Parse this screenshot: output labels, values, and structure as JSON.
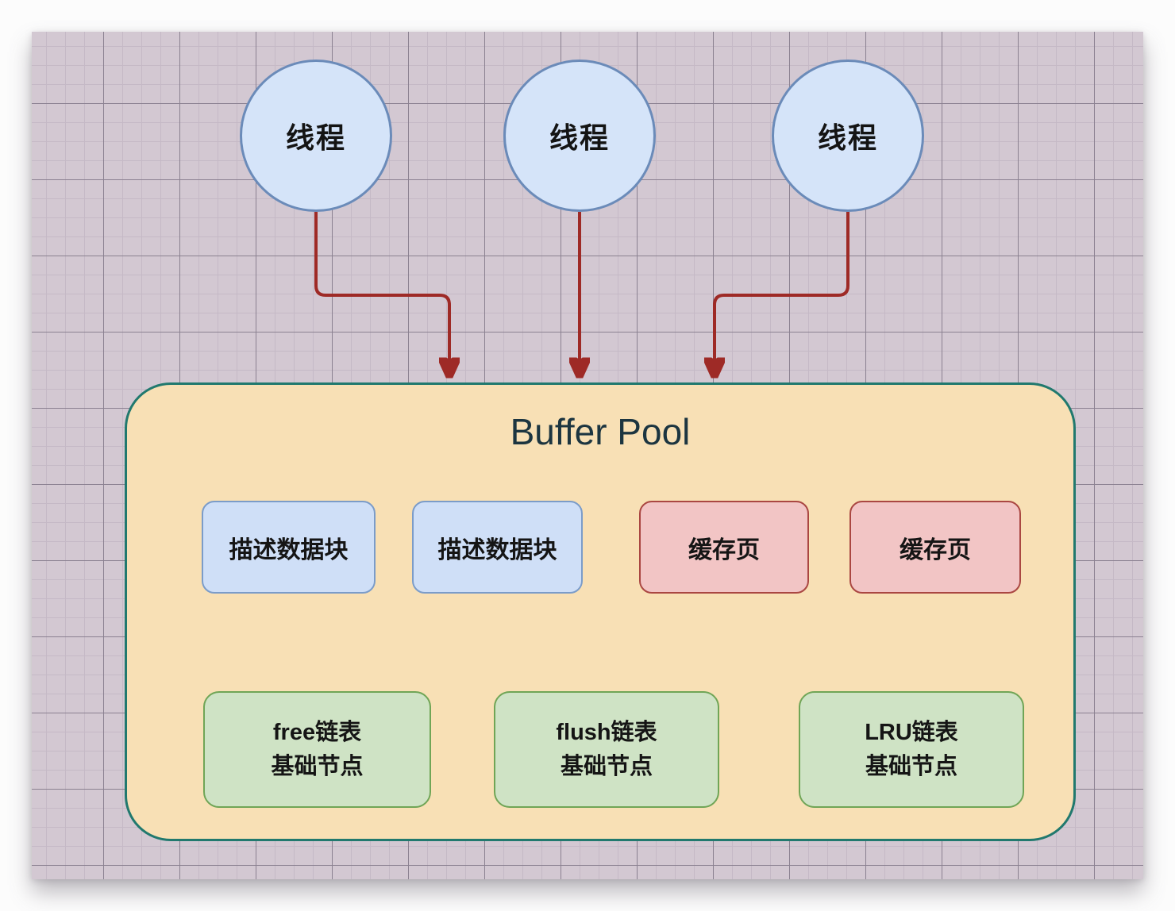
{
  "diagram": {
    "title": "Buffer Pool",
    "threads": [
      {
        "label": "线程"
      },
      {
        "label": "线程"
      },
      {
        "label": "线程"
      }
    ],
    "buffer_pool": {
      "title": "Buffer Pool",
      "row1": [
        {
          "label": "描述数据块"
        },
        {
          "label": "描述数据块"
        },
        {
          "label": "缓存页"
        },
        {
          "label": "缓存页"
        }
      ],
      "row2": [
        {
          "line1": "free链表",
          "line2": "基础节点"
        },
        {
          "line1": "flush链表",
          "line2": "基础节点"
        },
        {
          "line1": "LRU链表",
          "line2": "基础节点"
        }
      ]
    },
    "colors": {
      "canvas_background": "#d3c8d2",
      "grid_minor_line": "#c5b9c6",
      "grid_major_line": "#8b8191",
      "thread_fill": "#d5e4f9",
      "thread_border": "#6b8bb9",
      "arrow": "#9e2a26",
      "buffer_pool_fill": "#f8e0b5",
      "buffer_pool_border": "#21796e",
      "descriptor_fill": "#cfdff7",
      "descriptor_border": "#7b9cc9",
      "cache_page_fill": "#f2c5c5",
      "cache_page_border": "#aa4742",
      "list_node_fill": "#cfe3c5",
      "list_node_border": "#70a556",
      "title_text": "#1c3540"
    }
  }
}
